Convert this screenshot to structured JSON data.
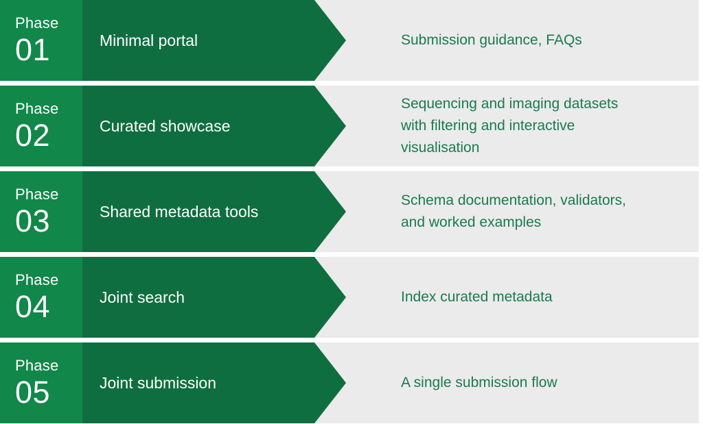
{
  "colors": {
    "badge_green": "#12874a",
    "arrow_green": "#0f6e3f",
    "panel_gray": "#ebebeb",
    "detail_text_green": "#1a7a4e",
    "label_white": "#ffffff",
    "page_background": "#ffffff"
  },
  "roadmap": {
    "phase_word": "Phase",
    "rows": [
      {
        "number": "01",
        "phase_word": "Phase",
        "title": "Minimal portal",
        "detail_lines": [
          "Submission guidance, FAQs"
        ]
      },
      {
        "number": "02",
        "phase_word": "Phase",
        "title": "Curated showcase",
        "detail_lines": [
          "Sequencing and imaging datasets",
          "with filtering and interactive",
          "visualisation"
        ]
      },
      {
        "number": "03",
        "phase_word": "Phase",
        "title": "Shared metadata tools",
        "detail_lines": [
          "Schema documentation, validators,",
          "and worked examples"
        ]
      },
      {
        "number": "04",
        "phase_word": "Phase",
        "title": "Joint search",
        "detail_lines": [
          "Index curated metadata"
        ]
      },
      {
        "number": "05",
        "phase_word": "Phase",
        "title": "Joint submission",
        "detail_lines": [
          "A single submission flow"
        ]
      }
    ]
  }
}
